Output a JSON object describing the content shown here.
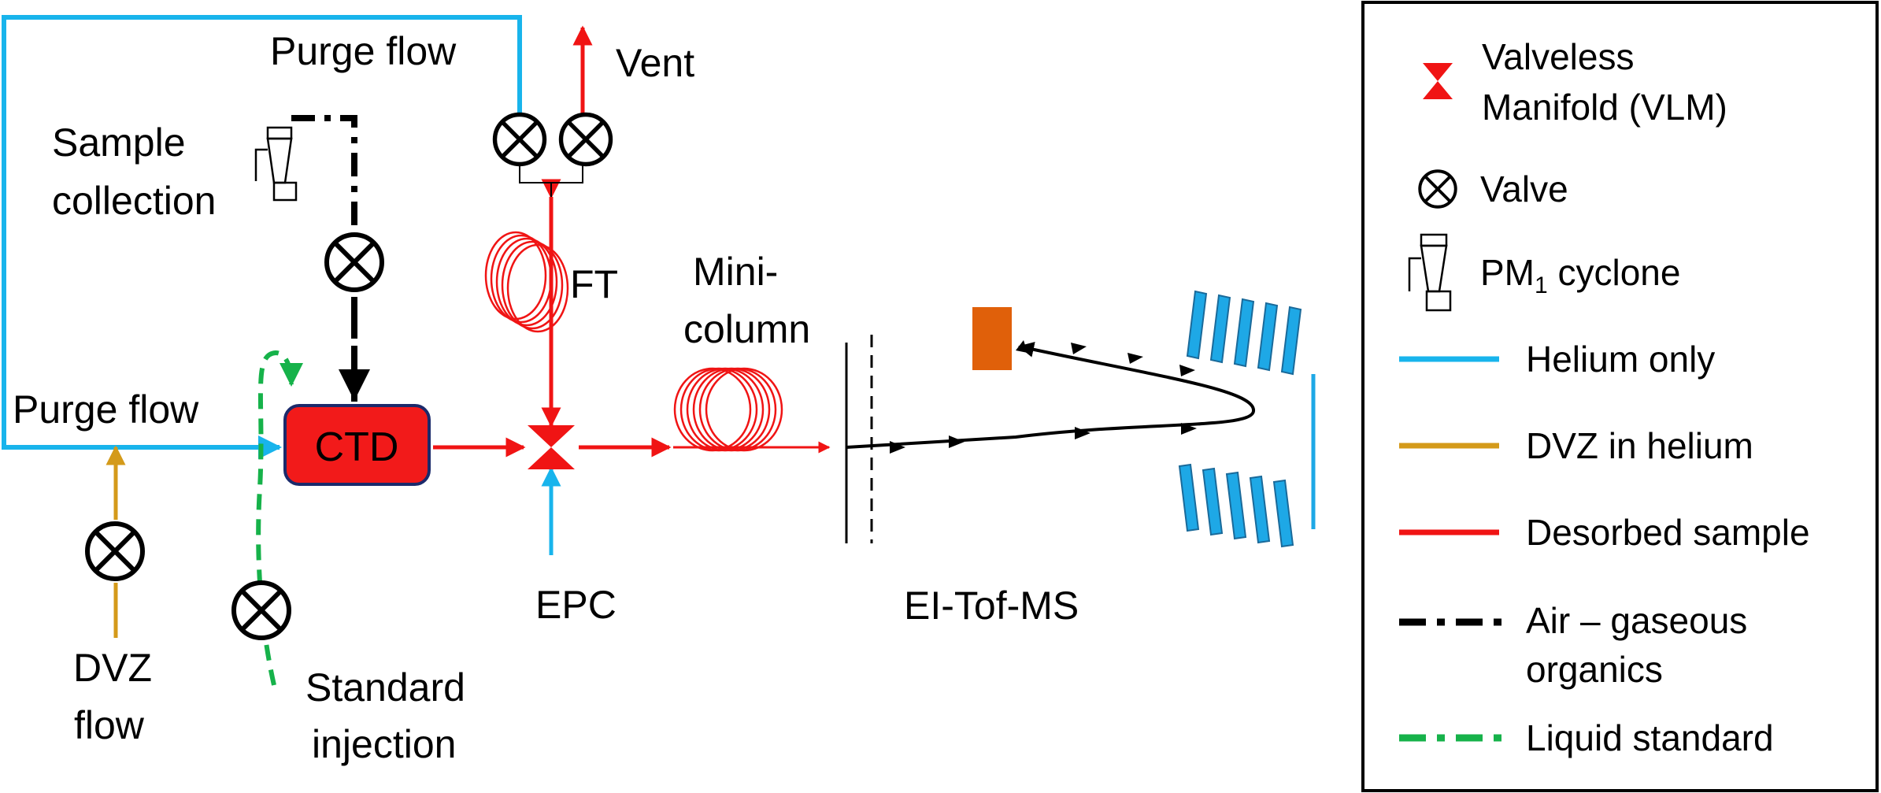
{
  "labels": {
    "purge_flow_top": "Purge flow",
    "vent": "Vent",
    "sample_collection_1": "Sample",
    "sample_collection_2": "collection",
    "ft": "FT",
    "mini_column_1": "Mini-",
    "mini_column_2": "column",
    "purge_flow_left": "Purge flow",
    "ctd": "CTD",
    "epc": "EPC",
    "ei_tof_ms": "EI-Tof-MS",
    "dvz_flow_1": "DVZ",
    "dvz_flow_2": "flow",
    "standard_injection_1": "Standard",
    "standard_injection_2": "injection"
  },
  "legend": {
    "vlm_1": "Valveless",
    "vlm_2": "Manifold (VLM)",
    "valve": "Valve",
    "cyclone_prefix": "PM",
    "cyclone_sub": "1",
    "cyclone_suffix": " cyclone",
    "helium_only": "Helium only",
    "dvz_in_helium": "DVZ in helium",
    "desorbed_sample": "Desorbed sample",
    "air_1": "Air – gaseous",
    "air_2": "organics",
    "liquid_standard": "Liquid standard"
  },
  "colors": {
    "helium": "#18b4ec",
    "dvz": "#d49a1a",
    "desorbed": "#f01414",
    "air": "#000000",
    "liquid": "#16b24a",
    "ctd_fill": "#f21a1a",
    "detector": "#e0600a",
    "plates": "#1ea8e6"
  }
}
